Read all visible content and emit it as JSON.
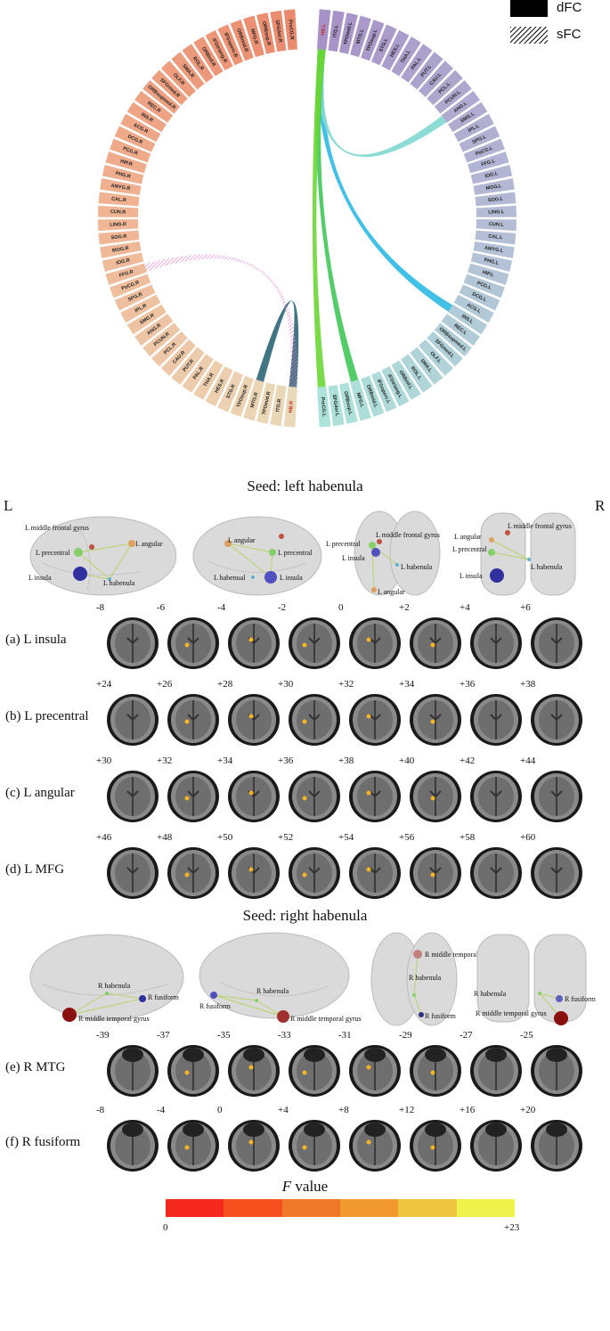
{
  "legend": {
    "dfc": "dFC",
    "sfc": "sFC"
  },
  "chord": {
    "left_labels": [
      "PreCG.R",
      "SFGdor.R",
      "ORBsup.R",
      "MFG.R",
      "ORBmid.R",
      "IFGoperc.R",
      "IFGtriang.R",
      "ORBinf.R",
      "ROL.R",
      "SMA.R",
      "OLF.R",
      "SFGmed.R",
      "ORBsupmed.R",
      "REC.R",
      "INS.R",
      "ACG.R",
      "DCG.R",
      "PCG.R",
      "HIP.R",
      "PHG.R",
      "AMYG.R",
      "CAL.R",
      "CUN.R",
      "LING.R",
      "SOG.R",
      "MOG.R",
      "IOG.R",
      "FFG.R",
      "PoCG.R",
      "SPG.R",
      "IPL.R",
      "SMG.R",
      "ANG.R",
      "PCUN.R",
      "PCL.R",
      "CAU.R",
      "PUT.R",
      "PAL.R",
      "THA.R",
      "HES.R",
      "STG.R",
      "TPOsup.R",
      "MTG.R",
      "TPOmid.R",
      "ITG.R",
      "HB.R"
    ],
    "right_labels": [
      "HB.L",
      "ITG.L",
      "TPOmid.L",
      "MTG.L",
      "TPOsup.L",
      "STG.L",
      "HES.L",
      "THA.L",
      "PAL.L",
      "PUT.L",
      "CAU.L",
      "PCL.L",
      "PCUN.L",
      "ANG.L",
      "SMG.L",
      "IPL.L",
      "SPG.L",
      "PoCG.L",
      "FFG.L",
      "IOG.L",
      "MOG.L",
      "SOG.L",
      "LING.L",
      "CUN.L",
      "CAL.L",
      "AMYG.L",
      "PHG.L",
      "HIP.L",
      "PCG.L",
      "DCG.L",
      "ACG.L",
      "INS.L",
      "REC.L",
      "ORBsupmed.L",
      "SFGmed.L",
      "OLF.L",
      "SMA.L",
      "ROL.L",
      "ORBinf.L",
      "IFGtriang.L",
      "IFGoperc.L",
      "ORBmid.L",
      "MFG.L",
      "ORBsup.L",
      "SFGdor.L",
      "PreCG.L"
    ],
    "highlight_labels": [
      "HB.R",
      "HB.L"
    ],
    "colors": {
      "left_top": "#ea8a6d",
      "left_mid": "#f0b594",
      "left_bottom": "#ead9b9",
      "right_top": "#a792c8",
      "right_mid": "#b4bcd5",
      "right_bottom": "#ade3da",
      "highlight": "#c0281e"
    },
    "links": [
      {
        "from": "HB.L",
        "to": "INS.L",
        "type": "dFC",
        "color": "#2eb9e2"
      },
      {
        "from": "HB.L",
        "to": "ANG.L",
        "type": "dFC",
        "color": "#7fd8d0"
      },
      {
        "from": "HB.L",
        "to": "MFG.L",
        "type": "dFC",
        "color": "#43c65a"
      },
      {
        "from": "HB.L",
        "to": "PreCG.L",
        "type": "dFC",
        "color": "#6bd636"
      },
      {
        "from": "HB.R",
        "to": "MTG.R",
        "type": "dFC",
        "color": "#2c6676"
      },
      {
        "from": "HB.R",
        "to": "FFG.R",
        "type": "sFC",
        "color": "#e57ad0"
      }
    ]
  },
  "left_seed": {
    "title": "Seed: left habenula",
    "side_left": "L",
    "side_right": "R",
    "brain_labels": [
      [
        "L middle frontal gyrus",
        "L precentral",
        "L angular",
        "L insula",
        "L habenula"
      ],
      [
        "L angular",
        "L precentral",
        "L habenual",
        "L insula"
      ],
      [
        "L precentral",
        "L middle frontal gyrus",
        "L insula",
        "L habenula",
        "L angular"
      ],
      [
        "L angular",
        "L middle frontal gyrus",
        "L precentral",
        "L insula",
        "L habenula"
      ]
    ],
    "rows": [
      {
        "label": "(a) L insula",
        "slices": [
          "-8",
          "-6",
          "-4",
          "-2",
          "0",
          "+2",
          "+4",
          "+6"
        ]
      },
      {
        "label": "(b) L precentral",
        "slices": [
          "+24",
          "+26",
          "+28",
          "+30",
          "+32",
          "+34",
          "+36",
          "+38"
        ]
      },
      {
        "label": "(c) L angular",
        "slices": [
          "+30",
          "+32",
          "+34",
          "+36",
          "+38",
          "+40",
          "+42",
          "+44"
        ]
      },
      {
        "label": "(d) L MFG",
        "slices": [
          "+46",
          "+48",
          "+50",
          "+52",
          "+54",
          "+56",
          "+58",
          "+60"
        ]
      }
    ]
  },
  "right_seed": {
    "title": "Seed: right habenula",
    "brain_labels": [
      [
        "R habenula",
        "R fusiform",
        "R middle temporal gyrus"
      ],
      [
        "R habenula",
        "R fusiform",
        "R middle temporal gyrus"
      ],
      [
        "R middle temporal gyrus",
        "R habenula",
        "R fusiform"
      ],
      [
        "R habenula",
        "R fusiform",
        "R middle temporal gyrus"
      ]
    ],
    "rows": [
      {
        "label": "(e) R MTG",
        "slices": [
          "-39",
          "-37",
          "-35",
          "-33",
          "-31",
          "-29",
          "-27",
          "-25"
        ]
      },
      {
        "label": "(f) R fusiform",
        "slices": [
          "-8",
          "-4",
          "0",
          "+4",
          "+8",
          "+12",
          "+16",
          "+20"
        ]
      }
    ]
  },
  "colorbar": {
    "title_italic": "F",
    "title_rest": " value",
    "min": "0",
    "max": "+23",
    "colors": [
      "#f5281e",
      "#f5501e",
      "#f0782a",
      "#f29a30",
      "#eec540",
      "#eef24a"
    ]
  }
}
